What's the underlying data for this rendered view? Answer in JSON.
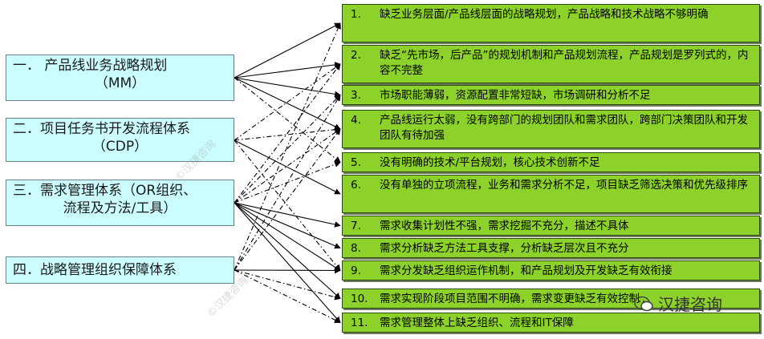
{
  "left_items": [
    {
      "line1": "一．   产品线业务战略规划",
      "line2": "（MM）"
    },
    {
      "line1": "二．项目任务书开发流程体系",
      "line2": "（CDP）"
    },
    {
      "line1": "三．需求管理体系（OR组织、",
      "line2": "流程及方法/工具）"
    },
    {
      "line1": "四．战略管理组织保障体系",
      "line2": ""
    }
  ],
  "right_items": [
    {
      "num": "1.",
      "text": "缺乏业务层面/产品线层面的战略规划，产品战略和技术战略不够明确"
    },
    {
      "num": "2.",
      "text": "缺乏“先市场，后产品”的规划机制和产品规划流程，产品规划是罗列式的，内容不完整"
    },
    {
      "num": "3.",
      "text": "市场职能薄弱，资源配置非常短缺，市场调研和分析不足"
    },
    {
      "num": "4.",
      "text": "产品线运行太弱，没有跨部门的规划团队和需求团队，跨部门决策团队和开发团队有待加强"
    },
    {
      "num": "5.",
      "text": "没有明确的技术/平台规划，核心技术创新不足"
    },
    {
      "num": "6.",
      "text": "没有单独的立项流程，业务和需求分析不足，项目缺乏筛选决策和优先级排序"
    },
    {
      "num": "7.",
      "text": "需求收集计划性不强，需求挖掘不充分，描述不具体"
    },
    {
      "num": "8.",
      "text": "需求分析缺乏方法工具支撑，分析缺乏层次且不充分"
    },
    {
      "num": "9.",
      "text": "需求分发缺乏组织运作机制，和产品规划及开发缺乏有效衔接"
    },
    {
      "num": "10.",
      "text": "需求实现阶段项目范围不明确，需求变更缺乏有效控制"
    },
    {
      "num": "11.",
      "text": "需求管理整体上缺乏组织、流程和IT保障"
    }
  ],
  "watermark": {
    "text": "汉捷咨询",
    "faint": "©汉捷咨询"
  },
  "colors": {
    "left_fill": "#ccfdfe",
    "right_fill": "#8cd22a",
    "arrow": "#000000"
  },
  "connections": [
    {
      "from": 0,
      "to": 0,
      "style": "solid"
    },
    {
      "from": 0,
      "to": 1,
      "style": "solid"
    },
    {
      "from": 0,
      "to": 2,
      "style": "solid"
    },
    {
      "from": 0,
      "to": 3,
      "style": "solid"
    },
    {
      "from": 0,
      "to": 4,
      "style": "dashdot"
    },
    {
      "from": 1,
      "to": 5,
      "style": "solid"
    },
    {
      "from": 1,
      "to": 1,
      "style": "dashdot"
    },
    {
      "from": 1,
      "to": 3,
      "style": "dashdot"
    },
    {
      "from": 1,
      "to": 8,
      "style": "dashdot"
    },
    {
      "from": 2,
      "to": 6,
      "style": "solid"
    },
    {
      "from": 2,
      "to": 7,
      "style": "solid"
    },
    {
      "from": 2,
      "to": 8,
      "style": "solid"
    },
    {
      "from": 2,
      "to": 9,
      "style": "solid"
    },
    {
      "from": 2,
      "to": 10,
      "style": "solid"
    },
    {
      "from": 2,
      "to": 2,
      "style": "dashdot"
    },
    {
      "from": 2,
      "to": 3,
      "style": "dashdot"
    },
    {
      "from": 2,
      "to": 4,
      "style": "dashdot"
    },
    {
      "from": 2,
      "to": 1,
      "style": "dashdot"
    },
    {
      "from": 3,
      "to": 8,
      "style": "solid"
    },
    {
      "from": 3,
      "to": 2,
      "style": "dashdot"
    },
    {
      "from": 3,
      "to": 3,
      "style": "dashdot"
    },
    {
      "from": 3,
      "to": 0,
      "style": "dashdot"
    },
    {
      "from": 3,
      "to": 10,
      "style": "dashdot"
    },
    {
      "from": 3,
      "to": 9,
      "style": "dashdot"
    }
  ]
}
